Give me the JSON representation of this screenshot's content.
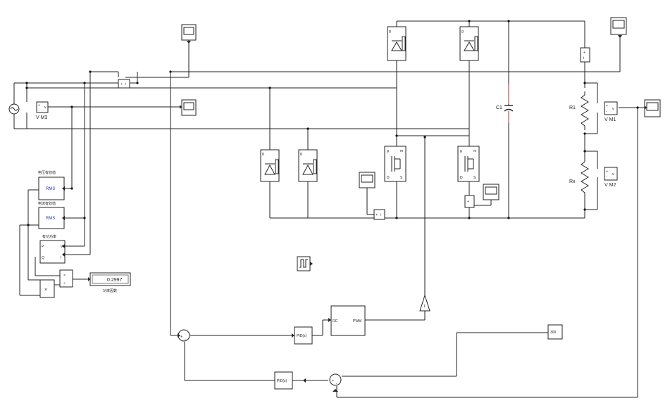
{
  "labels": {
    "c1": "C1",
    "r1": "R1",
    "rx": "Rx",
    "vm1": "V M1",
    "vm2": "V M2",
    "vm3": "V M3",
    "const_300": "300",
    "pid_upper": "PID(s)",
    "pid_lower": "PID(s)",
    "pwm_dc": "DC",
    "pwm_pwm": "PWM",
    "rms_top": "RMS",
    "rms_bottom": "RMS",
    "rms_top_caption": "电压有效值",
    "rms_bottom_caption": "电流有效值",
    "power_caption": "有功功率",
    "power_p": "P",
    "power_q": "Q",
    "power_v": "V",
    "power_i": "I",
    "mult": "×",
    "div_top": "×",
    "div_bottom": "÷",
    "display_value": "0.2997",
    "display_caption": "功率因数"
  }
}
